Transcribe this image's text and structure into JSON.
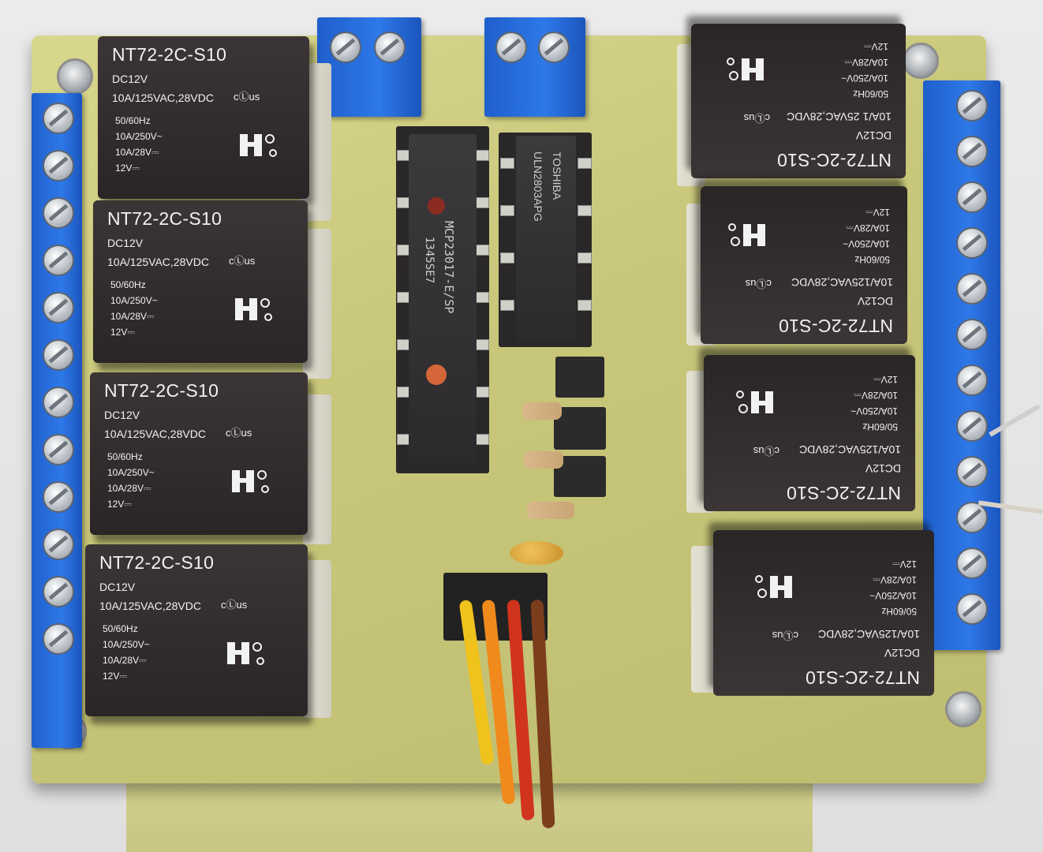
{
  "relays_left": [
    {
      "model": "NT72-2C-S10",
      "voltage": "DC12V",
      "rating": "10A/125VAC,28VDC",
      "cert": "cⓁus",
      "line1": "50/60Hz",
      "line2": "10A/250V~",
      "line3": "10A/28V⎓",
      "line4": "12V⎓"
    },
    {
      "model": "NT72-2C-S10",
      "voltage": "DC12V",
      "rating": "10A/125VAC,28VDC",
      "cert": "cⓁus",
      "line1": "50/60Hz",
      "line2": "10A/250V~",
      "line3": "10A/28V⎓",
      "line4": "12V⎓"
    },
    {
      "model": "NT72-2C-S10",
      "voltage": "DC12V",
      "rating": "10A/125VAC,28VDC",
      "cert": "cⓁus",
      "line1": "50/60Hz",
      "line2": "10A/250V~",
      "line3": "10A/28V⎓",
      "line4": "12V⎓"
    },
    {
      "model": "NT72-2C-S10",
      "voltage": "DC12V",
      "rating": "10A/125VAC,28VDC",
      "cert": "cⓁus",
      "line1": "50/60Hz",
      "line2": "10A/250V~",
      "line3": "10A/28V⎓",
      "line4": "12V⎓"
    }
  ],
  "relays_right": [
    {
      "model": "NT72-2C-S10",
      "voltage": "DC12V",
      "rating": "10A/1 25VAC,28VDC",
      "cert": "cⓁus",
      "line1": "50/60Hz",
      "line2": "10A/250V~",
      "line3": "10A/28V⎓",
      "line4": "12V⎓"
    },
    {
      "model": "NT72-2C-S10",
      "voltage": "DC12V",
      "rating": "10A/125VAC,28VDC",
      "cert": "cⓁus",
      "line1": "50/60Hz",
      "line2": "10A/250V~",
      "line3": "10A/28V⎓",
      "line4": "12V⎓"
    },
    {
      "model": "NT72-2C-S10",
      "voltage": "DC12V",
      "rating": "10A/125VAC,28VDC",
      "cert": "cⓁus",
      "line1": "50/60Hz",
      "line2": "10A/250V~",
      "line3": "10A/28V⎓",
      "line4": "12V⎓"
    },
    {
      "model": "NT72-2C-S10",
      "voltage": "DC12V",
      "rating": "10A/125VAC,28VDC",
      "cert": "cⓁus",
      "line1": "50/60Hz",
      "line2": "10A/250V~",
      "line3": "10A/28V⎓",
      "line4": "12V⎓"
    }
  ],
  "chip_main": {
    "part": "MCP23017-E/SP",
    "code": "1345SE7"
  },
  "chip_driver": {
    "brand": "TOSHIBA",
    "part": "ULN2803APG"
  },
  "colors": {
    "board": "#cfcd80",
    "terminal": "#2e78e8",
    "relay": "#2f2a2b",
    "wire_brown": "#7b3d1c",
    "wire_red": "#d0341c",
    "wire_orange": "#f08a1c",
    "wire_yellow": "#f0c21c"
  }
}
